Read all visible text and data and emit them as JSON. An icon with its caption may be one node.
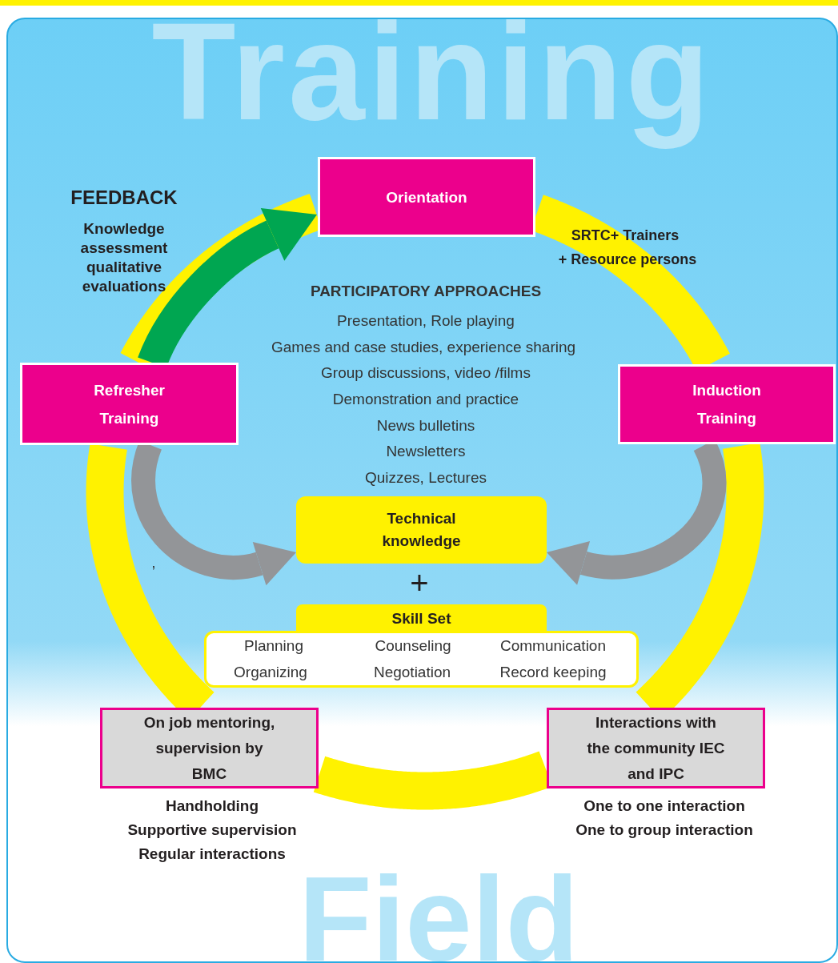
{
  "diagram": {
    "nodes": [
      {
        "text": [
          "Orientation"
        ]
      },
      {
        "text": [
          "Induction Training"
        ]
      },
      {
        "text": [
          "Refresher Training"
        ]
      },
      {
        "text": [
          "Technical knowledge"
        ]
      },
      {
        "text": [
          "Skill Set"
        ]
      },
      {
        "text": [
          "On job mentoring, supervision by BMC"
        ],
        "beside": [
          "Handholding",
          "Supportive supervision",
          "Regular interactions"
        ]
      },
      {
        "text": [
          "Interactions with the community IEC and IPC"
        ],
        "beside": [
          "One to one interaction",
          "One to group interaction"
        ]
      }
    ],
    "edges": [
      {
        "from": 0,
        "to": 1,
        "arrow": "none"
      },
      {
        "from": 1,
        "to": 6,
        "arrow": "none"
      },
      {
        "from": 6,
        "to": 5,
        "arrow": "none"
      },
      {
        "from": 5,
        "to": 2,
        "arrow": "none"
      },
      {
        "from": 2,
        "to": 0,
        "arrow": "none"
      },
      {
        "from": 2,
        "to": 0,
        "arrow": "to",
        "color": "#00a651"
      },
      {
        "from": 2,
        "to": 3,
        "arrow": "to",
        "color": "#939598"
      },
      {
        "from": 1,
        "to": 3,
        "arrow": "to",
        "color": "#939598"
      }
    ],
    "labels": [
      "Training",
      "FEEDBACK",
      "Knowledge assessment qualitative evaluations",
      "SRTC+ Trainers",
      "+ Resource persons",
      "PARTICIPATORY APPROACHES",
      "Presentation, Role playing",
      "Games and case studies, experience sharing",
      "Group discussions, video /films",
      "Demonstration and practice",
      "News bulletins",
      "Newsletters",
      "Quizzes, Lectures",
      ",",
      "+",
      "Planning",
      "Counseling",
      "Communication",
      "Organizing",
      "Negotiation",
      "Record keeping",
      "Field"
    ]
  }
}
